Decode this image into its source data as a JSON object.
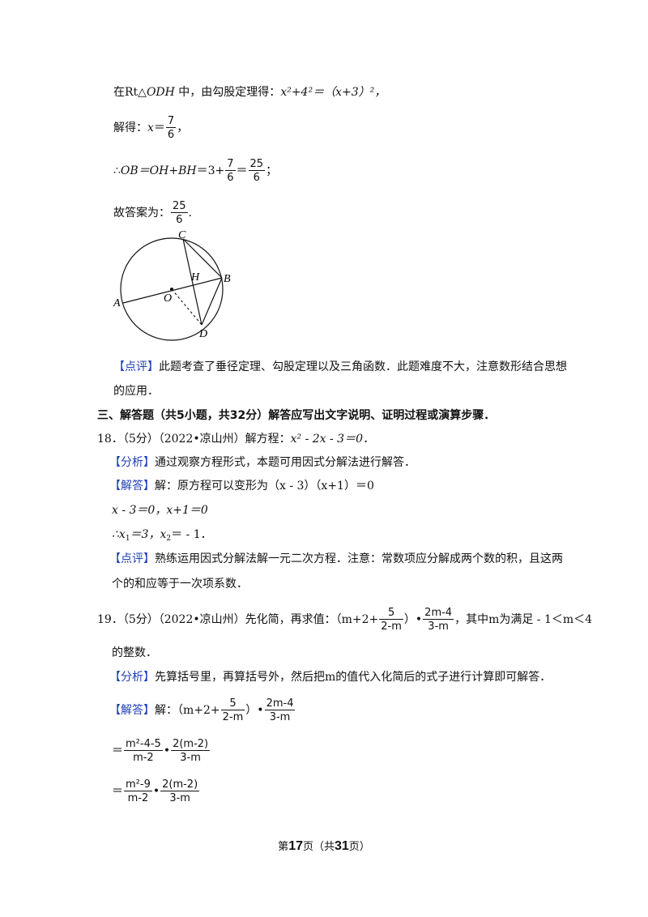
{
  "lines": {
    "l1_prefix": "在Rt△",
    "l1_odh": "ODH",
    "l1_mid": " 中，由勾股定理得：",
    "l1_eq": "x²+4²＝（x+3）²，",
    "l2_prefix": "解得：",
    "l2_x": "x",
    "l2_eq": "＝",
    "l2_num": "7",
    "l2_den": "6",
    "l2_end": "，",
    "l3_prefix": "∴",
    "l3_expr": "OB＝OH+BH",
    "l3_eq": "＝3+",
    "l3_f1_num": "7",
    "l3_f1_den": "6",
    "l3_eq2": "＝",
    "l3_f2_num": "25",
    "l3_f2_den": "6",
    "l3_end": "；",
    "l4_prefix": "故答案为：",
    "l4_num": "25",
    "l4_den": "6",
    "l4_end": "."
  },
  "figure": {
    "label_A": "A",
    "label_B": "B",
    "label_C": "C",
    "label_D": "D",
    "label_H": "H",
    "label_O": "O"
  },
  "comment1": {
    "tag": "【点评】",
    "text1": "此题考查了垂径定理、勾股定理以及三角函数．此题难度不大，注意数形结合思想",
    "text2": "的应用．"
  },
  "section_title": "三、解答题（共5小题，共32分）解答应写出文字说明、证明过程或演算步骤．",
  "q18": {
    "header": "18．（5分）（2022•凉山州）解方程：",
    "equation": "x² - 2x - 3＝0．",
    "analysis_tag": "【分析】",
    "analysis": "通过观察方程形式，本题可用因式分解法进行解答．",
    "answer_tag": "【解答】",
    "answer": "解：原方程可以变形为（x - 3）（x+1）＝0",
    "step1": "x - 3＝0，x+1＝0",
    "step2_prefix": "∴x",
    "step2_sub1": "1",
    "step2_mid": "＝3，x",
    "step2_sub2": "2",
    "step2_end": "＝ - 1．",
    "comment_tag": "【点评】",
    "comment1": "熟练运用因式分解法解一元二次方程．注意：常数项应分解成两个数的积，且这两",
    "comment2": "个的和应等于一次项系数．"
  },
  "q19": {
    "header": "19．（5分）（2022•凉山州）先化简，再求值：（m+2+",
    "f1_num": "5",
    "f1_den": "2-m",
    "mid": "）•",
    "f2_num": "2m-4",
    "f2_den": "3-m",
    "tail": "，其中m为满足 - 1＜m＜4",
    "line2": "的整数．",
    "analysis_tag": "【分析】",
    "analysis": "先算括号里，再算括号外，然后把m的值代入化简后的式子进行计算即可解答．",
    "answer_tag": "【解答】",
    "answer_prefix": "解：（m+2+",
    "a_f1_num": "5",
    "a_f1_den": "2-m",
    "answer_mid": "）•",
    "a_f2_num": "2m-4",
    "a_f2_den": "3-m",
    "s1_eq": "＝",
    "s1_f1_num": "m²-4-5",
    "s1_f1_den": "m-2",
    "s1_dot": "•",
    "s1_f2_num": "2(m-2)",
    "s1_f2_den": "3-m",
    "s2_eq": "＝",
    "s2_f1_num": "m²-9",
    "s2_f1_den": "m-2",
    "s2_dot": "•",
    "s2_f2_num": "2(m-2)",
    "s2_f2_den": "3-m"
  },
  "footer": {
    "pre": "第",
    "page": "17",
    "mid": "页（共",
    "total": "31",
    "post": "页）"
  }
}
